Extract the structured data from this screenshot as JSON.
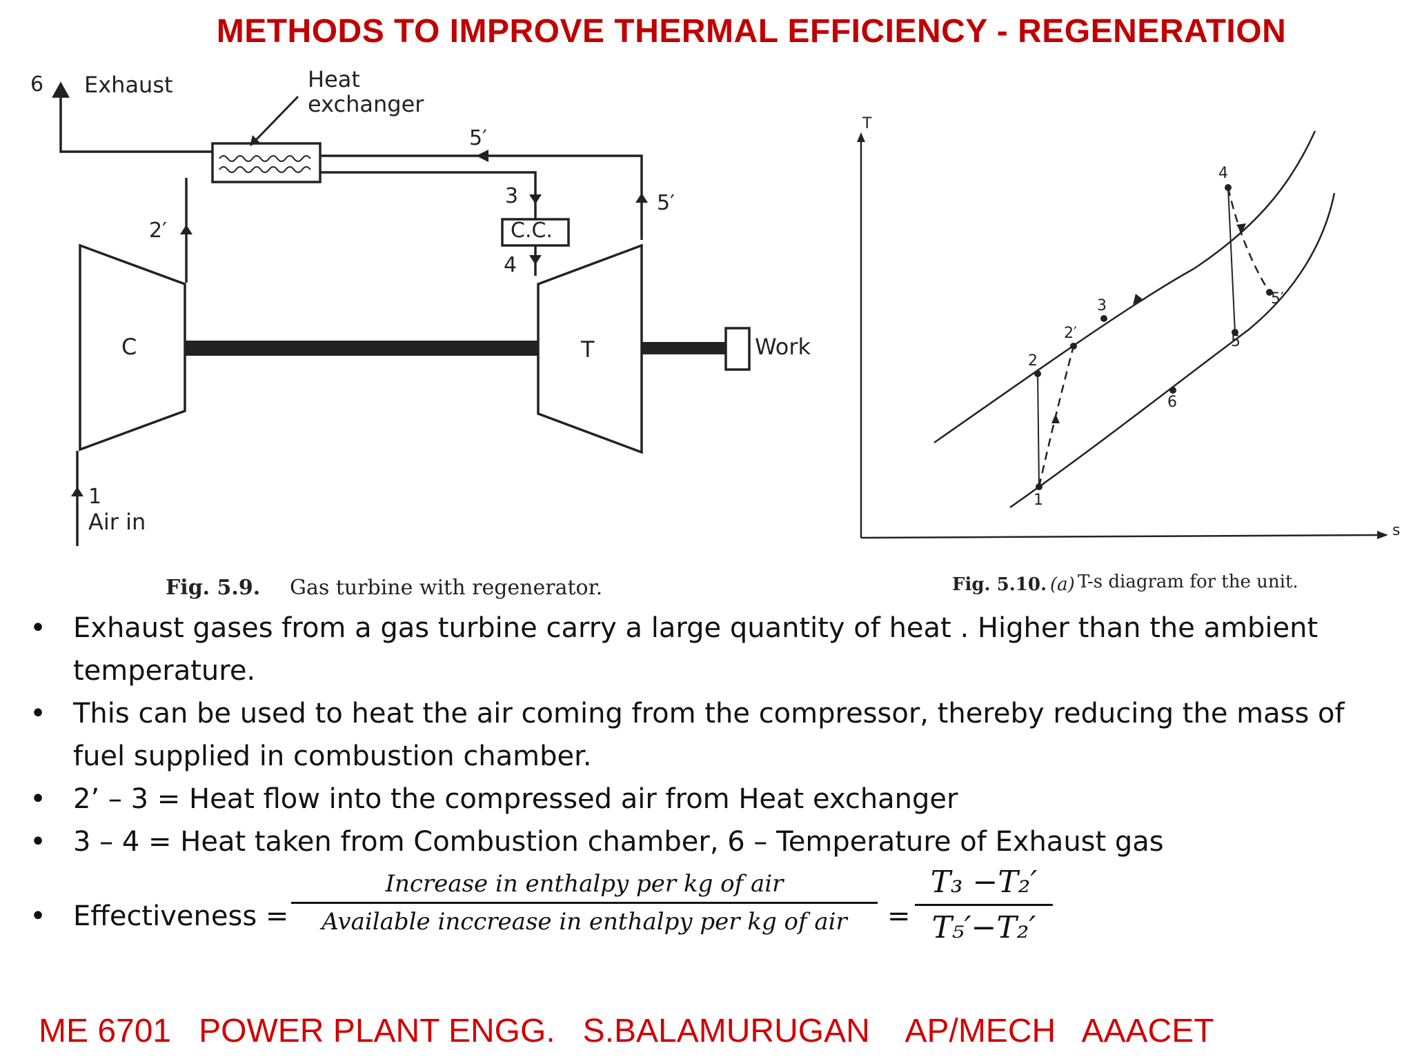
{
  "title": "METHODS TO IMPROVE THERMAL EFFICIENCY - REGENERATION",
  "schematic": {
    "exhaust_num": "6",
    "exhaust": "Exhaust",
    "heat_exchanger_line1": "Heat",
    "heat_exchanger_line2": "exchanger",
    "s5_top": "5′",
    "s5_right": "5′",
    "s3": "3",
    "s4": "4",
    "cc": "C.C.",
    "s2": "2′",
    "compressor": "C",
    "turbine": "T",
    "work": "Work",
    "s1": "1",
    "air_in": "Air in",
    "caption_fig": "Fig. 5.9.",
    "caption_text": "Gas turbine with regenerator."
  },
  "ts_diagram": {
    "y_axis": "T",
    "x_axis": "s",
    "points": [
      "1",
      "2",
      "2′",
      "3",
      "4",
      "5′",
      "5",
      "6"
    ],
    "caption_fig": "Fig. 5.10.",
    "caption_sub": "(a)",
    "caption_text": "T-s diagram for the unit."
  },
  "bullets": [
    "Exhaust gases from a gas turbine carry a large quantity of heat . Higher than the ambient temperature.",
    "This can be used to heat the air coming from the compressor,  thereby reducing the mass of fuel supplied in combustion chamber.",
    "2’ – 3 = Heat flow into the compressed air from Heat exchanger",
    "3 – 4 = Heat taken from Combustion chamber, 6 – Temperature of Exhaust gas"
  ],
  "bullet_symbol": "•",
  "formula": {
    "label": "Effectiveness =",
    "numerator": "Increase in enthalpy per kg of air",
    "denominator": "Available inccrease in enthalpy per kg of air",
    "equals": "=",
    "rhs_num": "T₃ −T₂′",
    "rhs_den": "T₅′−T₂′"
  },
  "footer": "ME 6701   POWER PLANT ENGG.   S.BALAMURUGAN    AP/MECH   AAACET"
}
